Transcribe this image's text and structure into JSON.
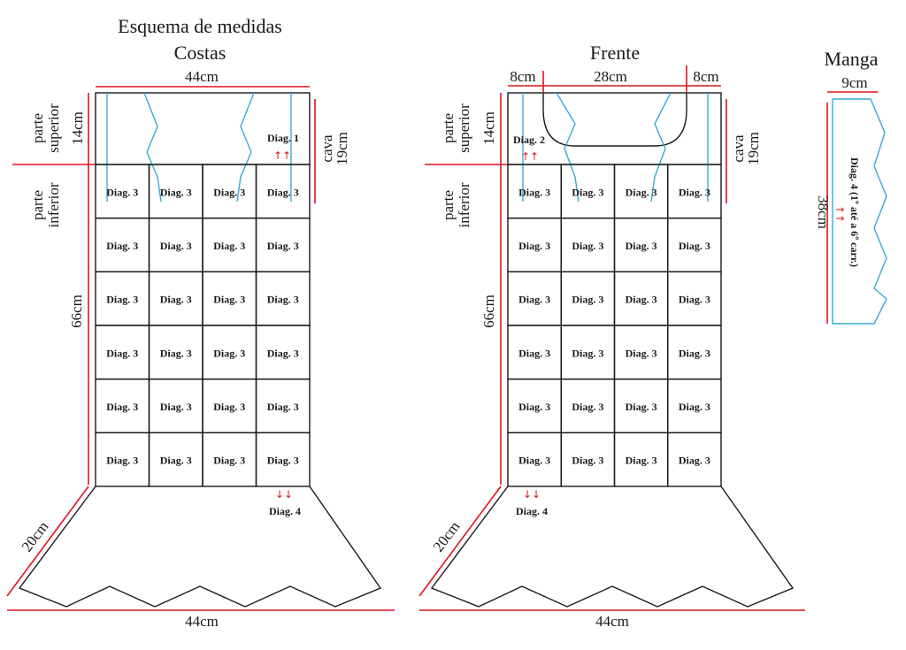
{
  "title": "Esquema de medidas",
  "back": {
    "title": "Costas",
    "top_width": "44cm",
    "upper_height": "14cm",
    "upper_label_line1": "parte",
    "upper_label_line2": "superior",
    "lower_label_line1": "parte",
    "lower_label_line2": "inferior",
    "armhole_label": "cava",
    "armhole_value": "19cm",
    "upper_diagram": "Diag. 1",
    "body_height": "66cm",
    "grid_cell": "Diag. 3",
    "skirt_diagram": "Diag. 4",
    "skirt_side": "20cm",
    "bottom_width": "44cm",
    "up_arrows": "↑↑",
    "down_arrows": "↓↓"
  },
  "front": {
    "title": "Frente",
    "left_shoulder": "8cm",
    "neck_width": "28cm",
    "right_shoulder": "8cm",
    "upper_height": "14cm",
    "upper_label_line1": "parte",
    "upper_label_line2": "superior",
    "lower_label_line1": "parte",
    "lower_label_line2": "inferior",
    "armhole_label": "cava",
    "armhole_value": "19cm",
    "upper_diagram": "Diag. 2",
    "body_height": "66cm",
    "grid_cell": "Diag. 3",
    "skirt_diagram": "Diag. 4",
    "skirt_side": "20cm",
    "bottom_width": "44cm",
    "up_arrows": "↑↑",
    "down_arrows": "↓↓"
  },
  "sleeve": {
    "title": "Manga",
    "width": "9cm",
    "length": "38cm",
    "diagram": "Diag. 4 (1º até a 6º carr.)",
    "arrows": "↑↑"
  }
}
